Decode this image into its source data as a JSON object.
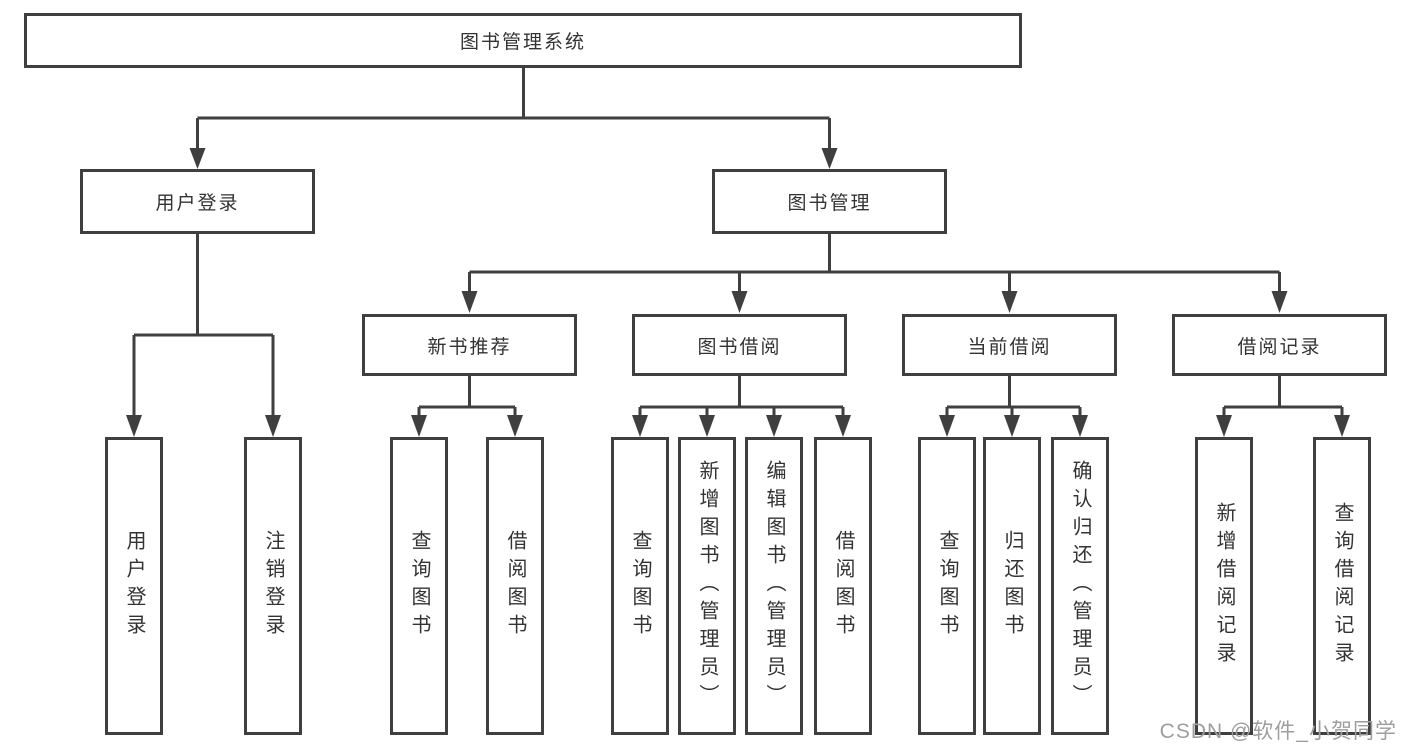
{
  "tree": {
    "label": "图书管理系统",
    "children": [
      {
        "label": "用户登录",
        "children": [
          {
            "label": "用户登录"
          },
          {
            "label": "注销登录"
          }
        ]
      },
      {
        "label": "图书管理",
        "children": [
          {
            "label": "新书推荐",
            "children": [
              {
                "label": "查询图书"
              },
              {
                "label": "借阅图书"
              }
            ]
          },
          {
            "label": "图书借阅",
            "children": [
              {
                "label": "查询图书"
              },
              {
                "label": "新增图书（管理员）"
              },
              {
                "label": "编辑图书（管理员）"
              },
              {
                "label": "借阅图书"
              }
            ]
          },
          {
            "label": "当前借阅",
            "children": [
              {
                "label": "查询图书"
              },
              {
                "label": "归还图书"
              },
              {
                "label": "确认归还（管理员）"
              }
            ]
          },
          {
            "label": "借阅记录",
            "children": [
              {
                "label": "新增借阅记录"
              },
              {
                "label": "查询借阅记录"
              }
            ]
          }
        ]
      }
    ]
  },
  "watermark": "CSDN @软件_小贺同学",
  "colors": {
    "line": "#3f3f3f",
    "text": "#333333",
    "watermark": "#9e9e9e",
    "background": "#ffffff"
  }
}
